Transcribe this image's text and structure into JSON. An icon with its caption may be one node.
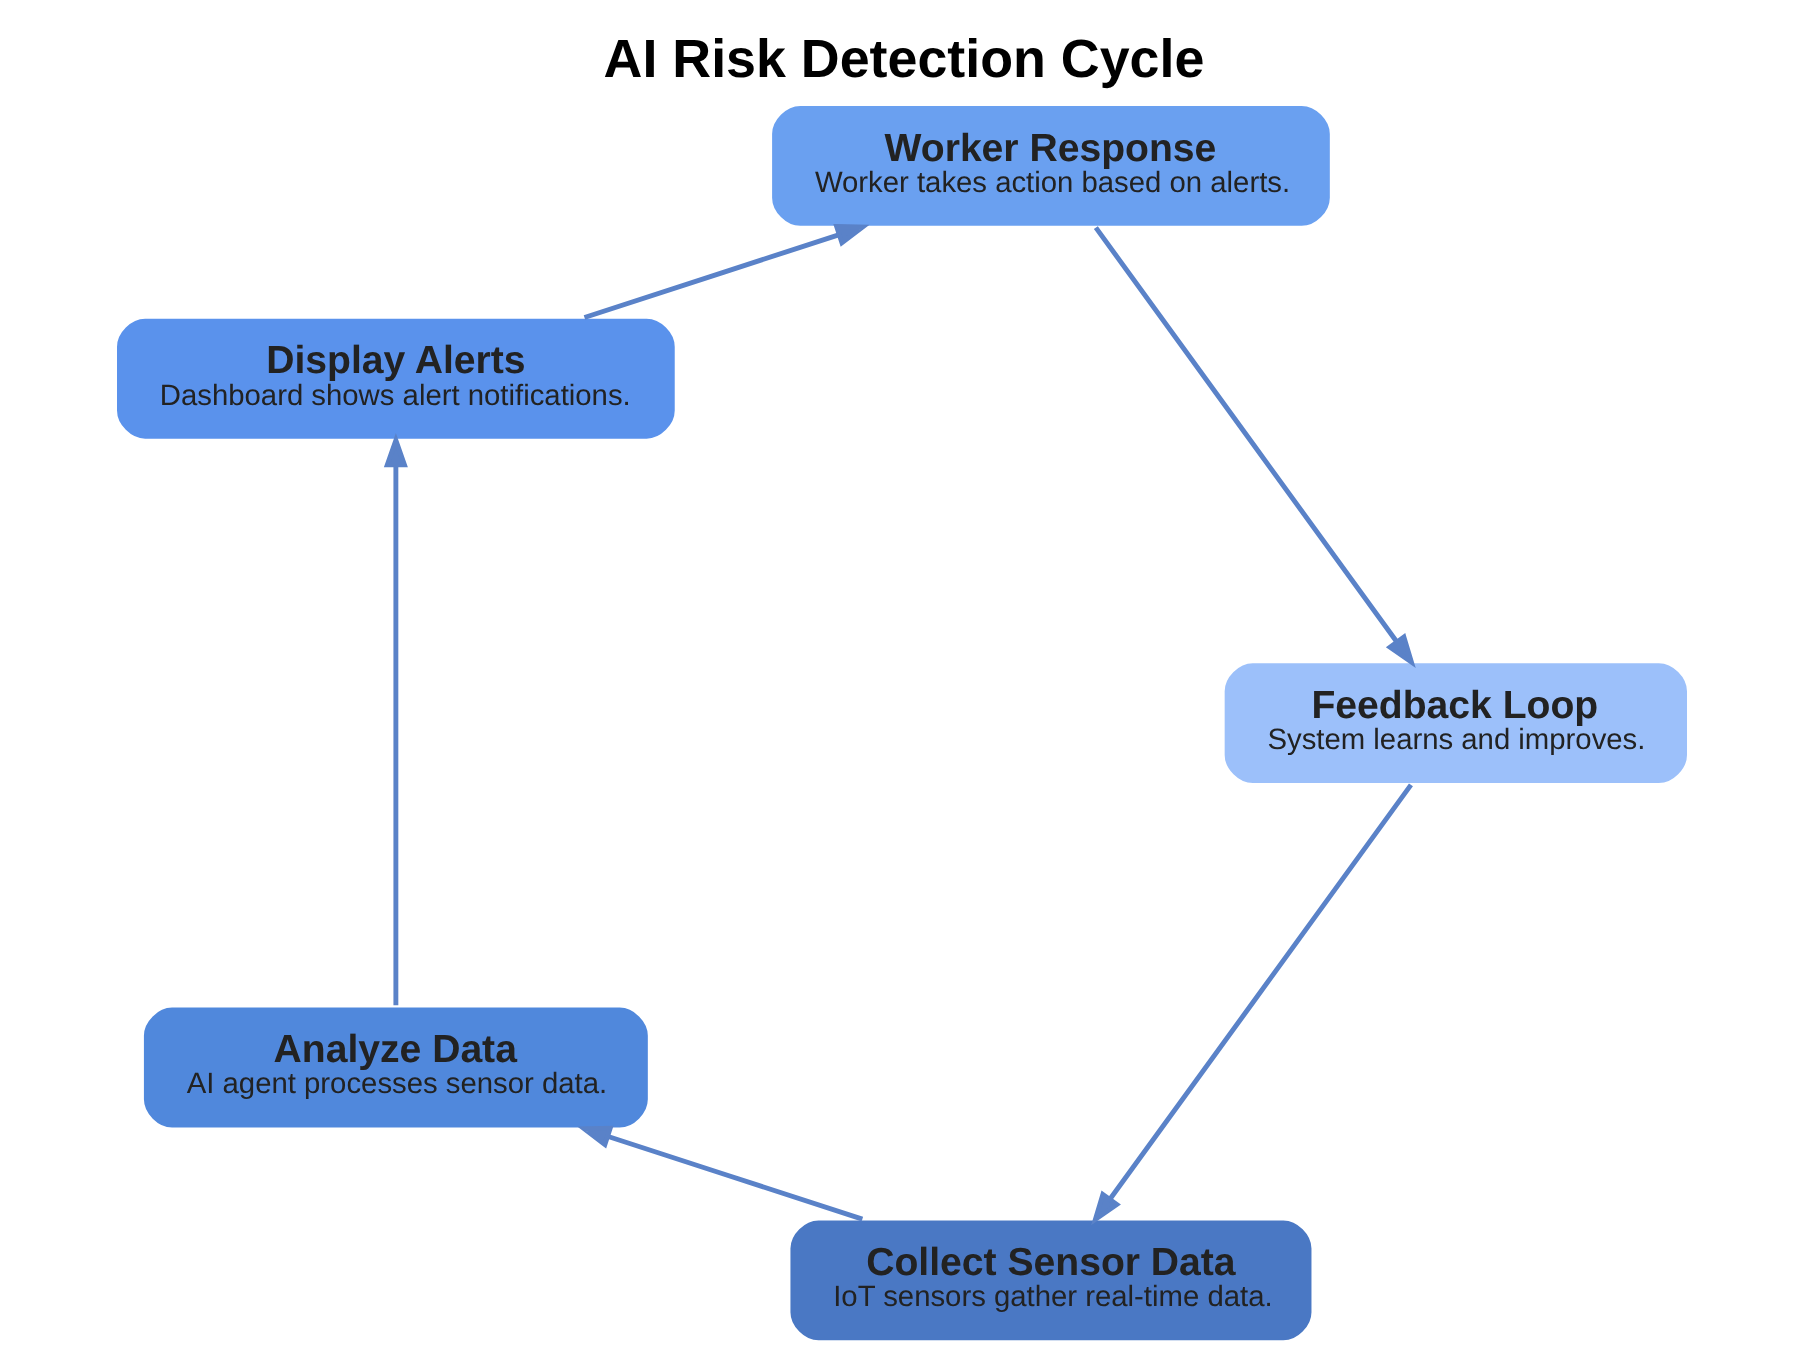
{
  "diagram": {
    "title": "AI Risk Detection Cycle",
    "nodes": [
      {
        "text": [
          "Collect Sensor Data",
          "IoT sensors gather real-time data."
        ]
      },
      {
        "text": [
          "Analyze Data",
          "AI agent processes sensor data."
        ]
      },
      {
        "text": [
          "Display Alerts",
          "Dashboard shows alert notifications."
        ]
      },
      {
        "text": [
          "Worker Response",
          "Worker takes action based on alerts."
        ]
      },
      {
        "text": [
          "Feedback Loop",
          "System learns and improves."
        ]
      }
    ],
    "edges": [
      {
        "from": 0,
        "to": 1,
        "arrow": "to"
      },
      {
        "from": 1,
        "to": 2,
        "arrow": "to"
      },
      {
        "from": 2,
        "to": 3,
        "arrow": "to"
      },
      {
        "from": 3,
        "to": 4,
        "arrow": "to"
      },
      {
        "from": 4,
        "to": 0,
        "arrow": "to"
      }
    ]
  }
}
